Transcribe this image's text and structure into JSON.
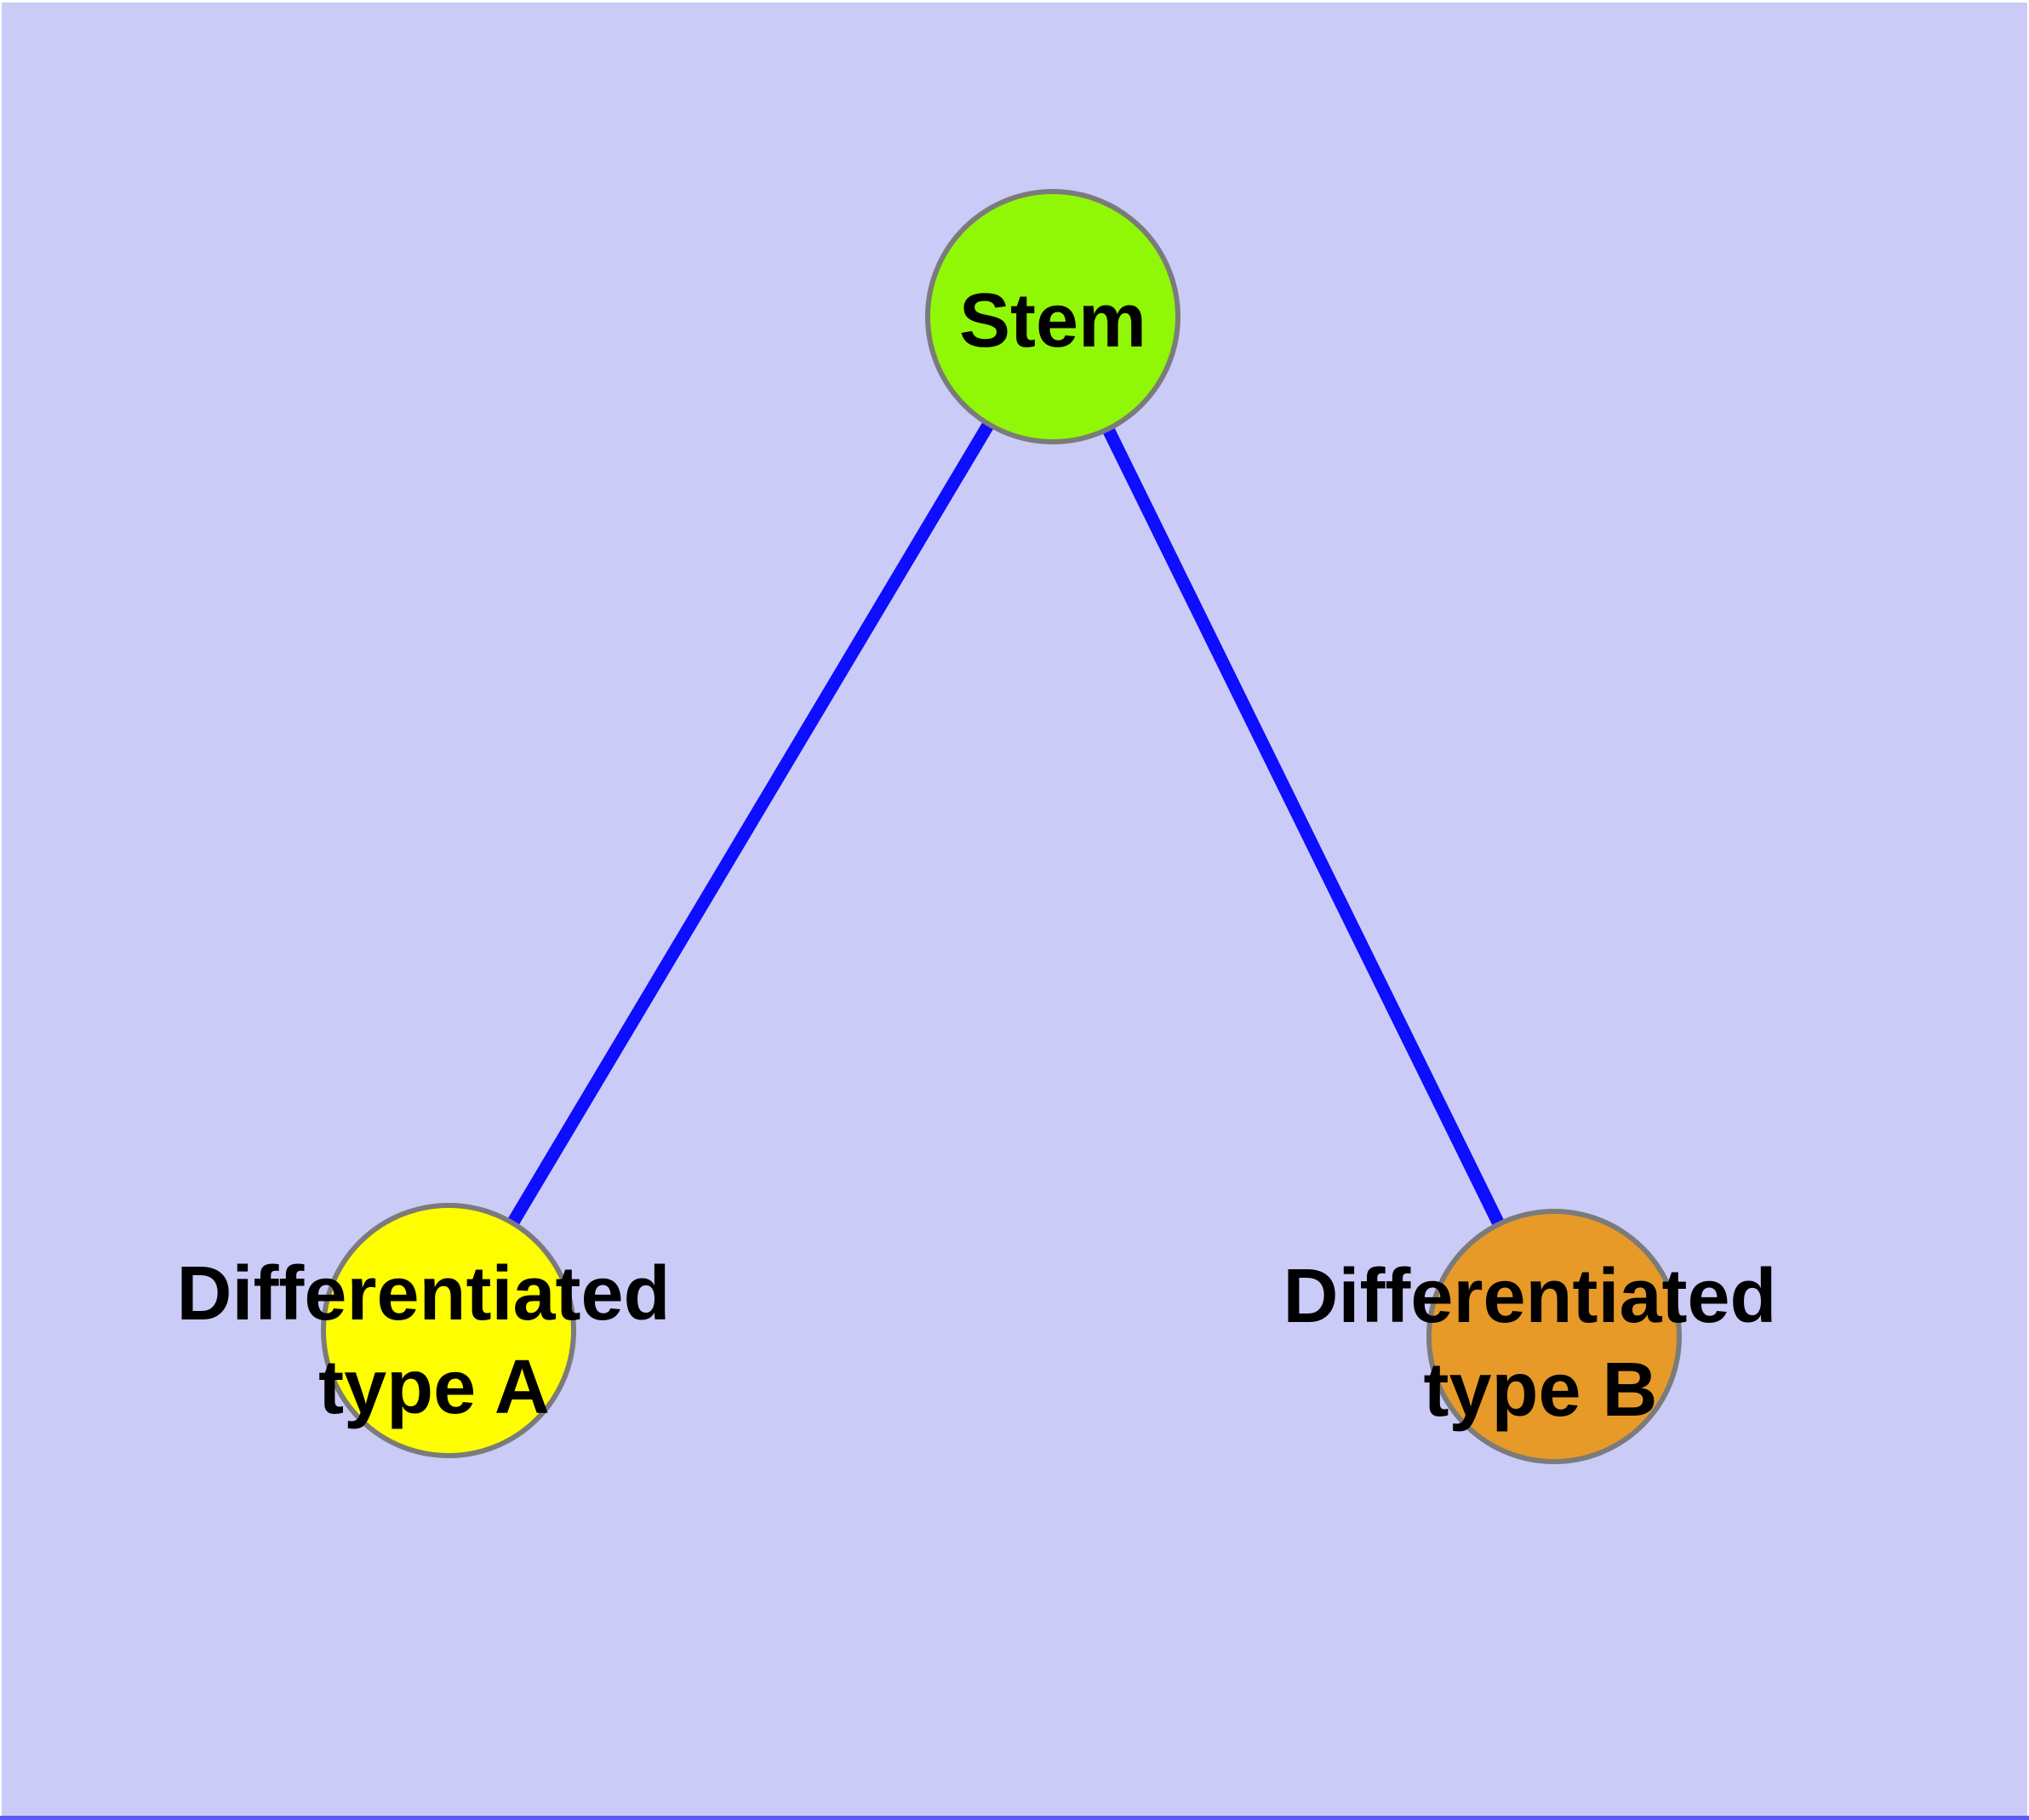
{
  "diagram": {
    "colors": {
      "page_margin": "#ffffff",
      "background": "#cbcbf7",
      "bottom_bar": "#5b5bfb",
      "edge": "#0d0dff",
      "node_border": "#7b7b7b",
      "label": "#000000",
      "stem_fill": "#90f806",
      "type_a_fill": "#fefe00",
      "type_b_fill": "#e79a28"
    },
    "nodes": [
      {
        "id": "stem",
        "label": "Stem",
        "line1": "Stem",
        "fill": "#90f806"
      },
      {
        "id": "differentiated-type-a",
        "label": "Differentiated type A",
        "line1": "Differentiated",
        "line2": "type A",
        "fill": "#fefe00"
      },
      {
        "id": "differentiated-type-b",
        "label": "Differentiated type B",
        "line1": "Differentiated",
        "line2": "type B",
        "fill": "#e79a28"
      }
    ],
    "edges": [
      {
        "from": "stem",
        "to": "differentiated-type-a"
      },
      {
        "from": "stem",
        "to": "differentiated-type-b"
      }
    ]
  }
}
